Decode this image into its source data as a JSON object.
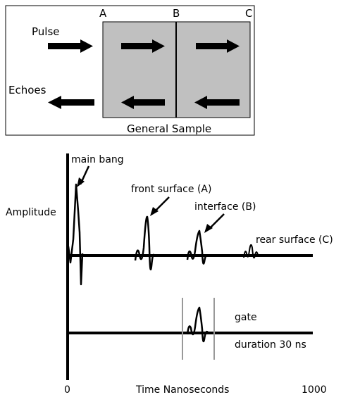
{
  "top_panel": {
    "pulse_label": "Pulse",
    "echoes_label": "Echoes",
    "sample_label": "General Sample",
    "boundary_labels": {
      "a": "A",
      "b": "B",
      "c": "C"
    }
  },
  "waveform_panel": {
    "y_axis_label": "Amplitude",
    "x_axis_label": "Time Nanoseconds",
    "x_start_label": "0",
    "x_end_label": "1000",
    "annotations": {
      "main_bang": "main bang",
      "front_surface": "front surface (A)",
      "interface": "interface (B)",
      "rear_surface": "rear surface (C)",
      "gate": "gate",
      "gate_duration": "duration 30 ns"
    }
  },
  "colors": {
    "sample_fill": "#c0c0c0",
    "gate_marker": "#999999",
    "ink": "#000000"
  }
}
